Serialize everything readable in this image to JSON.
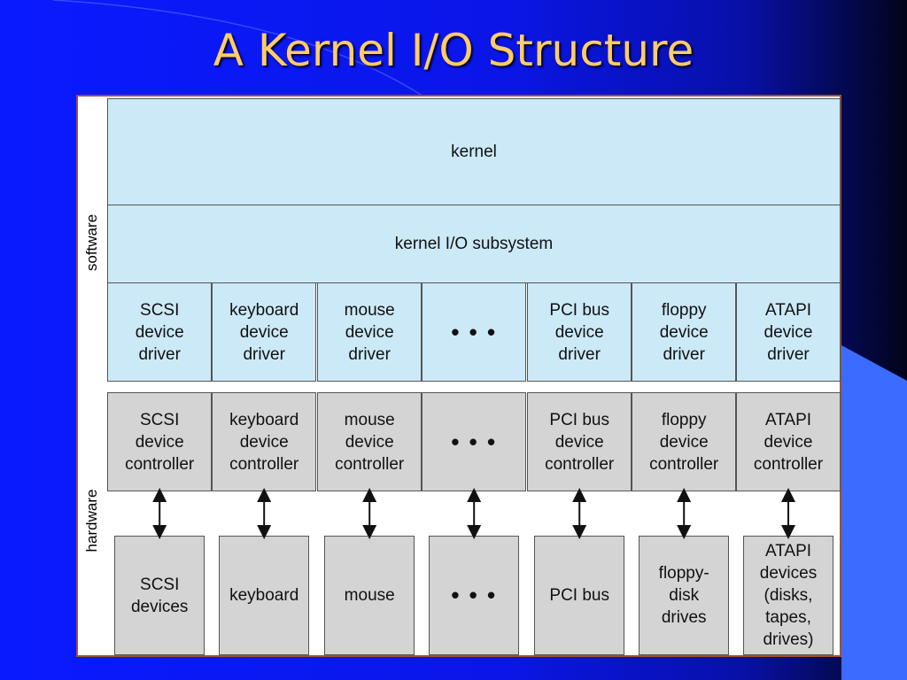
{
  "slide": {
    "title": "A Kernel I/O Structure"
  },
  "diagram": {
    "side_labels": {
      "software": "software",
      "hardware": "hardware"
    },
    "kernel": "kernel",
    "io_subsystem": "kernel I/O subsystem",
    "drivers": [
      "SCSI\ndevice\ndriver",
      "keyboard\ndevice\ndriver",
      "mouse\ndevice\ndriver",
      "• • •",
      "PCI bus\ndevice\ndriver",
      "floppy\ndevice\ndriver",
      "ATAPI\ndevice\ndriver"
    ],
    "controllers": [
      "SCSI\ndevice\ncontroller",
      "keyboard\ndevice\ncontroller",
      "mouse\ndevice\ncontroller",
      "• • •",
      "PCI bus\ndevice\ncontroller",
      "floppy\ndevice\ncontroller",
      "ATAPI\ndevice\ncontroller"
    ],
    "devices": [
      "SCSI\ndevices",
      "keyboard",
      "mouse",
      "• • •",
      "PCI bus",
      "floppy-\ndisk\ndrives",
      "ATAPI\ndevices\n(disks,\ntapes,\ndrives)"
    ]
  },
  "colors": {
    "software_fill": "#cce9f8",
    "hardware_fill": "#d4d4d4",
    "title_color": "#ffcc66",
    "background": "#0a16e8"
  }
}
